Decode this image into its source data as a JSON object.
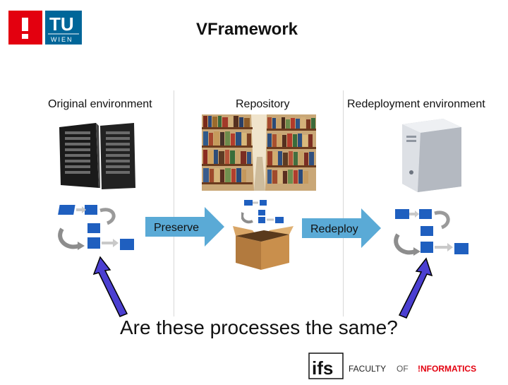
{
  "slide": {
    "title": "VFramework",
    "columns": {
      "original": "Original environment",
      "repository": "Repository",
      "redeployment": "Redeployment environment"
    },
    "arrows": {
      "preserve": "Preserve",
      "redeploy": "Redeploy"
    },
    "question": "Are these processes the same?"
  },
  "logos": {
    "tu_letters": "TU",
    "tu_sub": "WIEN",
    "ifs": "ifs",
    "faculty": "FACULTY",
    "of": "OF",
    "informatics": "!NFORMATICS"
  },
  "colors": {
    "tu_red": "#e3000f",
    "tu_blue": "#006699",
    "arrow_fill": "#5aaad6",
    "process_blue": "#1f5fbf",
    "pointer_purple": "#4b3fd1"
  },
  "icons": [
    "server-rack-icon",
    "bookshelf-image",
    "pc-tower-icon",
    "process-flow-icon",
    "cardboard-box-icon"
  ]
}
